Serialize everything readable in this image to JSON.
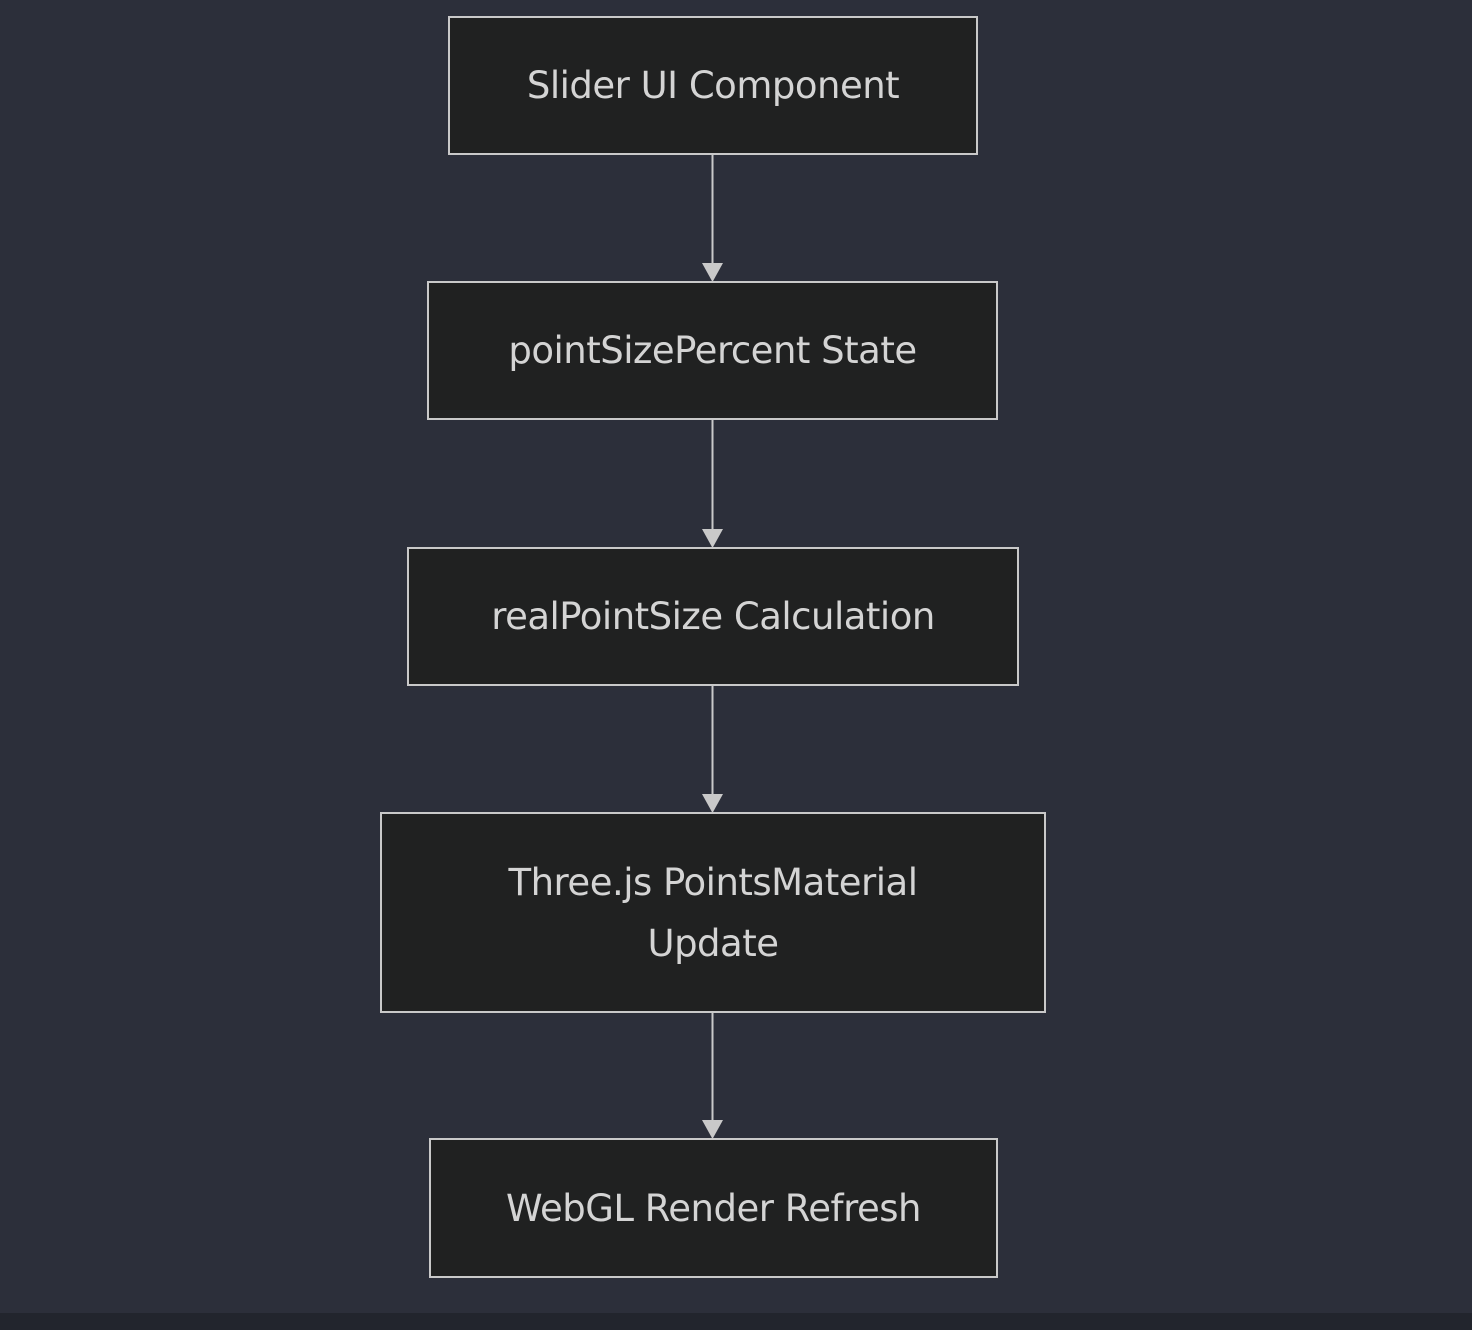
{
  "diagram": {
    "type": "flowchart",
    "direction": "top-to-bottom",
    "colors": {
      "background": "#2c2f3a",
      "node_fill": "#202121",
      "node_border": "#c9c9c9",
      "text": "#d4d4d4",
      "edge": "#c9c9c9"
    },
    "nodes": [
      {
        "id": "slider",
        "label": "Slider UI Component"
      },
      {
        "id": "state",
        "label": "pointSizePercent State"
      },
      {
        "id": "calc",
        "label": "realPointSize Calculation"
      },
      {
        "id": "material",
        "label": "Three.js PointsMaterial\nUpdate"
      },
      {
        "id": "render",
        "label": "WebGL Render Refresh"
      }
    ],
    "edges": [
      {
        "from": "slider",
        "to": "state"
      },
      {
        "from": "state",
        "to": "calc"
      },
      {
        "from": "calc",
        "to": "material"
      },
      {
        "from": "material",
        "to": "render"
      }
    ]
  }
}
